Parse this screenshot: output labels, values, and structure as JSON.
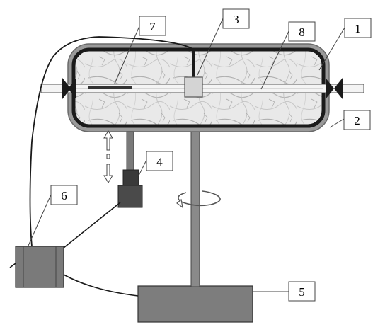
{
  "diagram": {
    "labels": [
      {
        "id": "label-1",
        "text": "1"
      },
      {
        "id": "label-2",
        "text": "2"
      },
      {
        "id": "label-3",
        "text": "3"
      },
      {
        "id": "label-4",
        "text": "4"
      },
      {
        "id": "label-5",
        "text": "5"
      },
      {
        "id": "label-6",
        "text": "6"
      },
      {
        "id": "label-7",
        "text": "7"
      },
      {
        "id": "label-8",
        "text": "8"
      }
    ],
    "colors": {
      "outer_shell": "#8c8c8c",
      "inner_wall": "#1a1a1a",
      "marble_base": "#e9e9e9",
      "marble_vein": "#b5b5b5",
      "rod": "#f2f2f2",
      "motor": "#6b6b6b",
      "controller": "#7a7a7a",
      "stand": "#8a8a8a",
      "sensor_block": "#d4d4d4",
      "label_box": "#ffffff"
    },
    "rotation_arrow_icon": "circular-rotation-arrow",
    "vertical_motion_icon": "double-vertical-arrow"
  }
}
